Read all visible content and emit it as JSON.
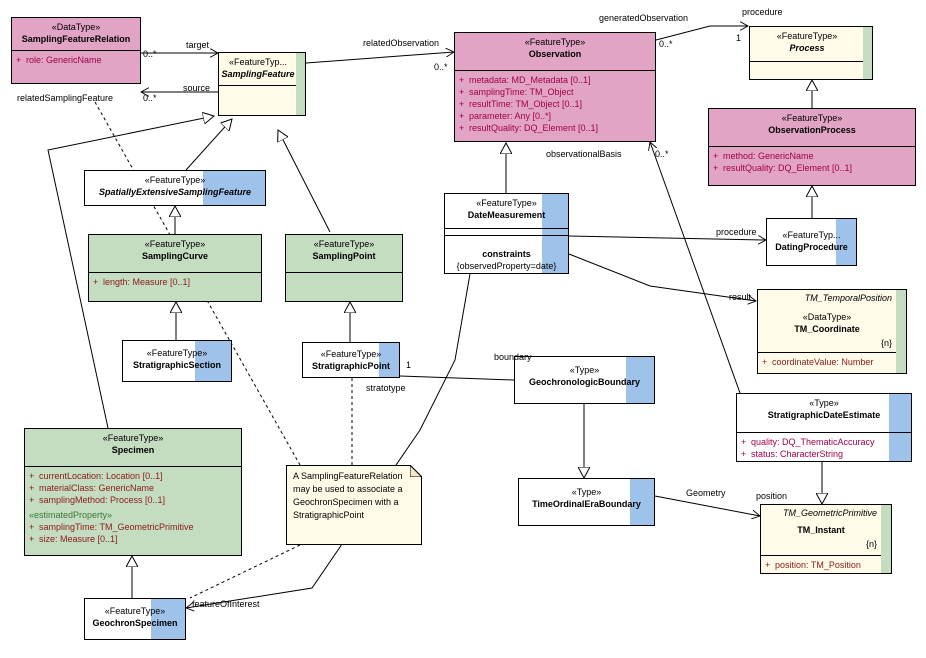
{
  "classes": {
    "sfr": {
      "stereo": "«DataType»",
      "name": "SamplingFeatureRelation",
      "attrs": [
        {
          "vis": "+",
          "text": "role:  GenericName"
        }
      ]
    },
    "sf": {
      "stereo": "«FeatureTyp...",
      "name": "SamplingFeature"
    },
    "obs": {
      "stereo": "«FeatureType»",
      "name": "Observation",
      "attrs": [
        {
          "vis": "+",
          "text": "metadata:  MD_Metadata [0..1]"
        },
        {
          "vis": "+",
          "text": "samplingTime:  TM_Object"
        },
        {
          "vis": "+",
          "text": "resultTime:  TM_Object [0..1]"
        },
        {
          "vis": "+",
          "text": "parameter:  Any [0..*]"
        },
        {
          "vis": "+",
          "text": "resultQuality:  DQ_Element [0..1]"
        }
      ]
    },
    "proc": {
      "stereo": "«FeatureType»",
      "name": "Process"
    },
    "obsproc": {
      "stereo": "«FeatureType»",
      "name": "ObservationProcess",
      "attrs": [
        {
          "vis": "+",
          "text": "method:  GenericName"
        },
        {
          "vis": "+",
          "text": "resultQuality:  DQ_Element [0..1]"
        }
      ]
    },
    "sesf": {
      "stereo": "«FeatureType»",
      "name": "SpatiallyExtensiveSamplingFeature"
    },
    "datemeas": {
      "stereo": "«FeatureType»",
      "name": "DateMeasurement",
      "constraints": "constraints",
      "constraint": "{observedProperty=date}"
    },
    "datingproc": {
      "stereo": "«FeatureTyp...",
      "name": "DatingProcedure"
    },
    "scurve": {
      "stereo": "«FeatureType»",
      "name": "SamplingCurve",
      "attrs": [
        {
          "vis": "+",
          "text": "length:  Measure [0..1]"
        }
      ]
    },
    "spoint": {
      "stereo": "«FeatureType»",
      "name": "SamplingPoint"
    },
    "tmcoord": {
      "parent": "TM_TemporalPosition",
      "stereo": "«DataType»",
      "name": "TM_Coordinate",
      "tag": "{n}",
      "attrs": [
        {
          "vis": "+",
          "text": "coordinateValue:  Number"
        }
      ]
    },
    "stratsec": {
      "stereo": "«FeatureType»",
      "name": "StratigraphicSection"
    },
    "stratpt": {
      "stereo": "«FeatureType»",
      "name": "StratigraphicPoint"
    },
    "geobound": {
      "stereo": "«Type»",
      "name": "GeochronologicBoundary"
    },
    "sde": {
      "stereo": "«Type»",
      "name": "StratigraphicDateEstimate",
      "attrs": [
        {
          "vis": "+",
          "text": "quality:  DQ_ThematicAccuracy"
        },
        {
          "vis": "+",
          "text": "status:  CharacterString"
        }
      ]
    },
    "specimen": {
      "stereo": "«FeatureType»",
      "name": "Specimen",
      "attrs": [
        {
          "vis": "+",
          "text": "currentLocation:  Location [0..1]"
        },
        {
          "vis": "+",
          "text": "materialClass:  GenericName"
        },
        {
          "vis": "+",
          "text": "samplingMethod:  Process [0..1]"
        }
      ],
      "section": "«estimatedProperty»",
      "attrs2": [
        {
          "vis": "+",
          "text": "samplingTime:  TM_GeometricPrimitive"
        },
        {
          "vis": "+",
          "text": "size:  Measure [0..1]"
        }
      ]
    },
    "toeb": {
      "stereo": "«Type»",
      "name": "TimeOrdinalEraBoundary"
    },
    "tminst": {
      "parent": "TM_GeometricPrimitive",
      "name": "TM_Instant",
      "tag": "{n}",
      "attrs": [
        {
          "vis": "+",
          "text": "position:  TM_Position"
        }
      ]
    },
    "geospec": {
      "stereo": "«FeatureType»",
      "name": "GeochronSpecimen"
    }
  },
  "labels": {
    "target": "target",
    "source": "source",
    "m1": "0..*",
    "m2": "0..*",
    "relatedSamplingFeature": "relatedSamplingFeature",
    "relatedObservation": "relatedObservation",
    "m3": "0..*",
    "generatedObservation": "generatedObservation",
    "procedure1": "procedure",
    "m4": "0..*",
    "m5": "1",
    "observationalBasis": "observationalBasis",
    "m6": "0..*",
    "procedure2": "procedure",
    "result": "result",
    "boundary": "boundary",
    "stratotype": "stratotype",
    "m7": "1",
    "geometry": "Geometry",
    "position": "position",
    "featureOfInterest": "featureOfInterest"
  },
  "note": "A SamplingFeatureRelation may be used to associate a GeochronSpecimen with a StratigraphicPoint"
}
